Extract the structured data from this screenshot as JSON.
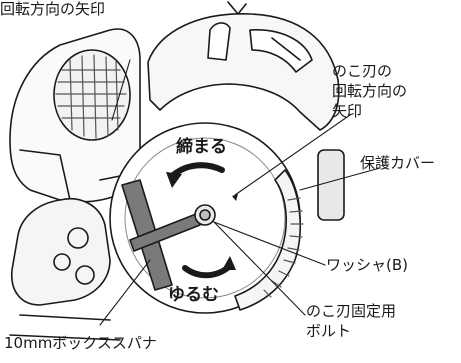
{
  "figure": {
    "accent_gray": "#7a7a7a",
    "ink": "#1a1a1a",
    "labels": {
      "top_arrow": "回転方向の矢印",
      "blade_arrow_line1": "のこ刃の",
      "blade_arrow_line2": "回転方向の",
      "blade_arrow_line3": "矢印",
      "tighten": "締まる",
      "guard": "保護カバー",
      "washer": "ワッシャ(B)",
      "loosen": "ゆるむ",
      "bolt_line1": "のこ刃固定用",
      "bolt_line2": "ボルト",
      "wrench": "10mmボックススパナ"
    }
  }
}
